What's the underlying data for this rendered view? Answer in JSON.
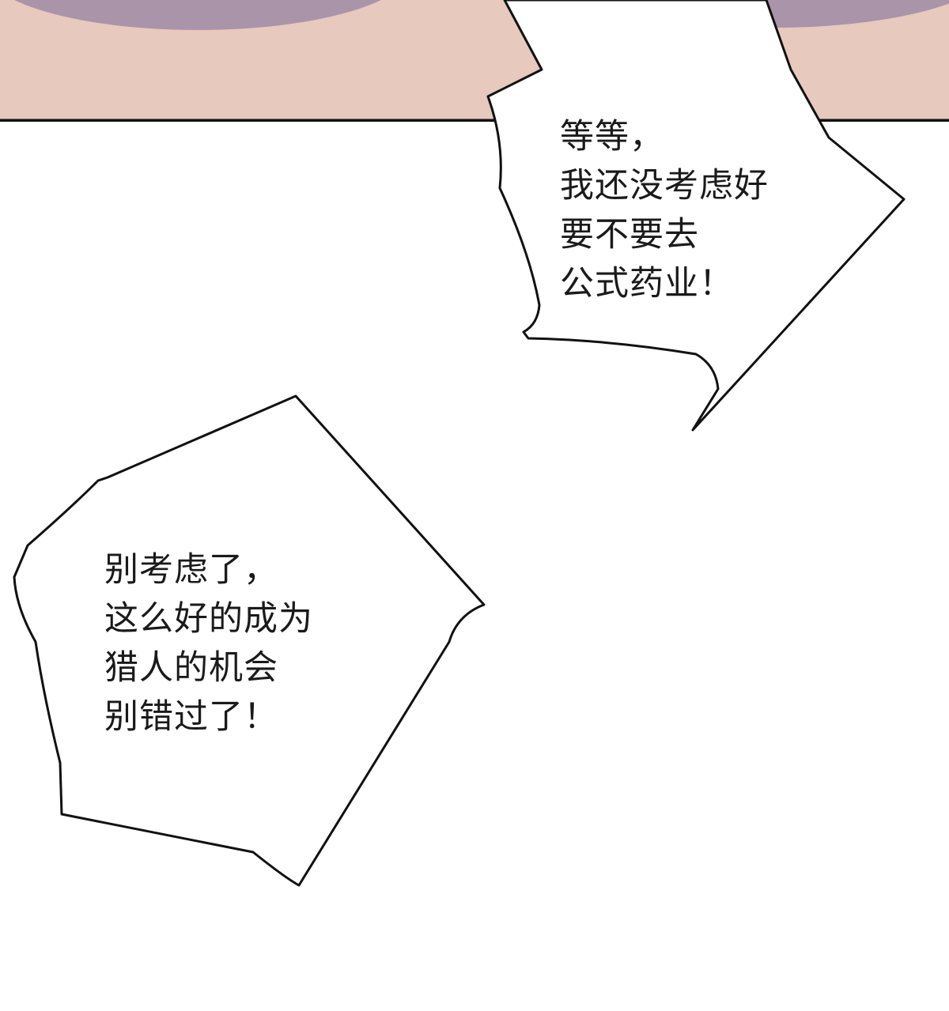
{
  "colors": {
    "panel_background": "#e7c9bd",
    "panel_shape": "#a994aa",
    "panel_border": "#111111",
    "bubble_fill": "#ffffff",
    "bubble_stroke": "#111111",
    "page_background": "#ffffff"
  },
  "bubbles": [
    {
      "lines": [
        "等等，",
        "我还没考虑好",
        "要不要去",
        "公式药业！"
      ]
    },
    {
      "lines": [
        "别考虑了，",
        "这么好的成为",
        "猎人的机会",
        "别错过了！"
      ]
    }
  ]
}
